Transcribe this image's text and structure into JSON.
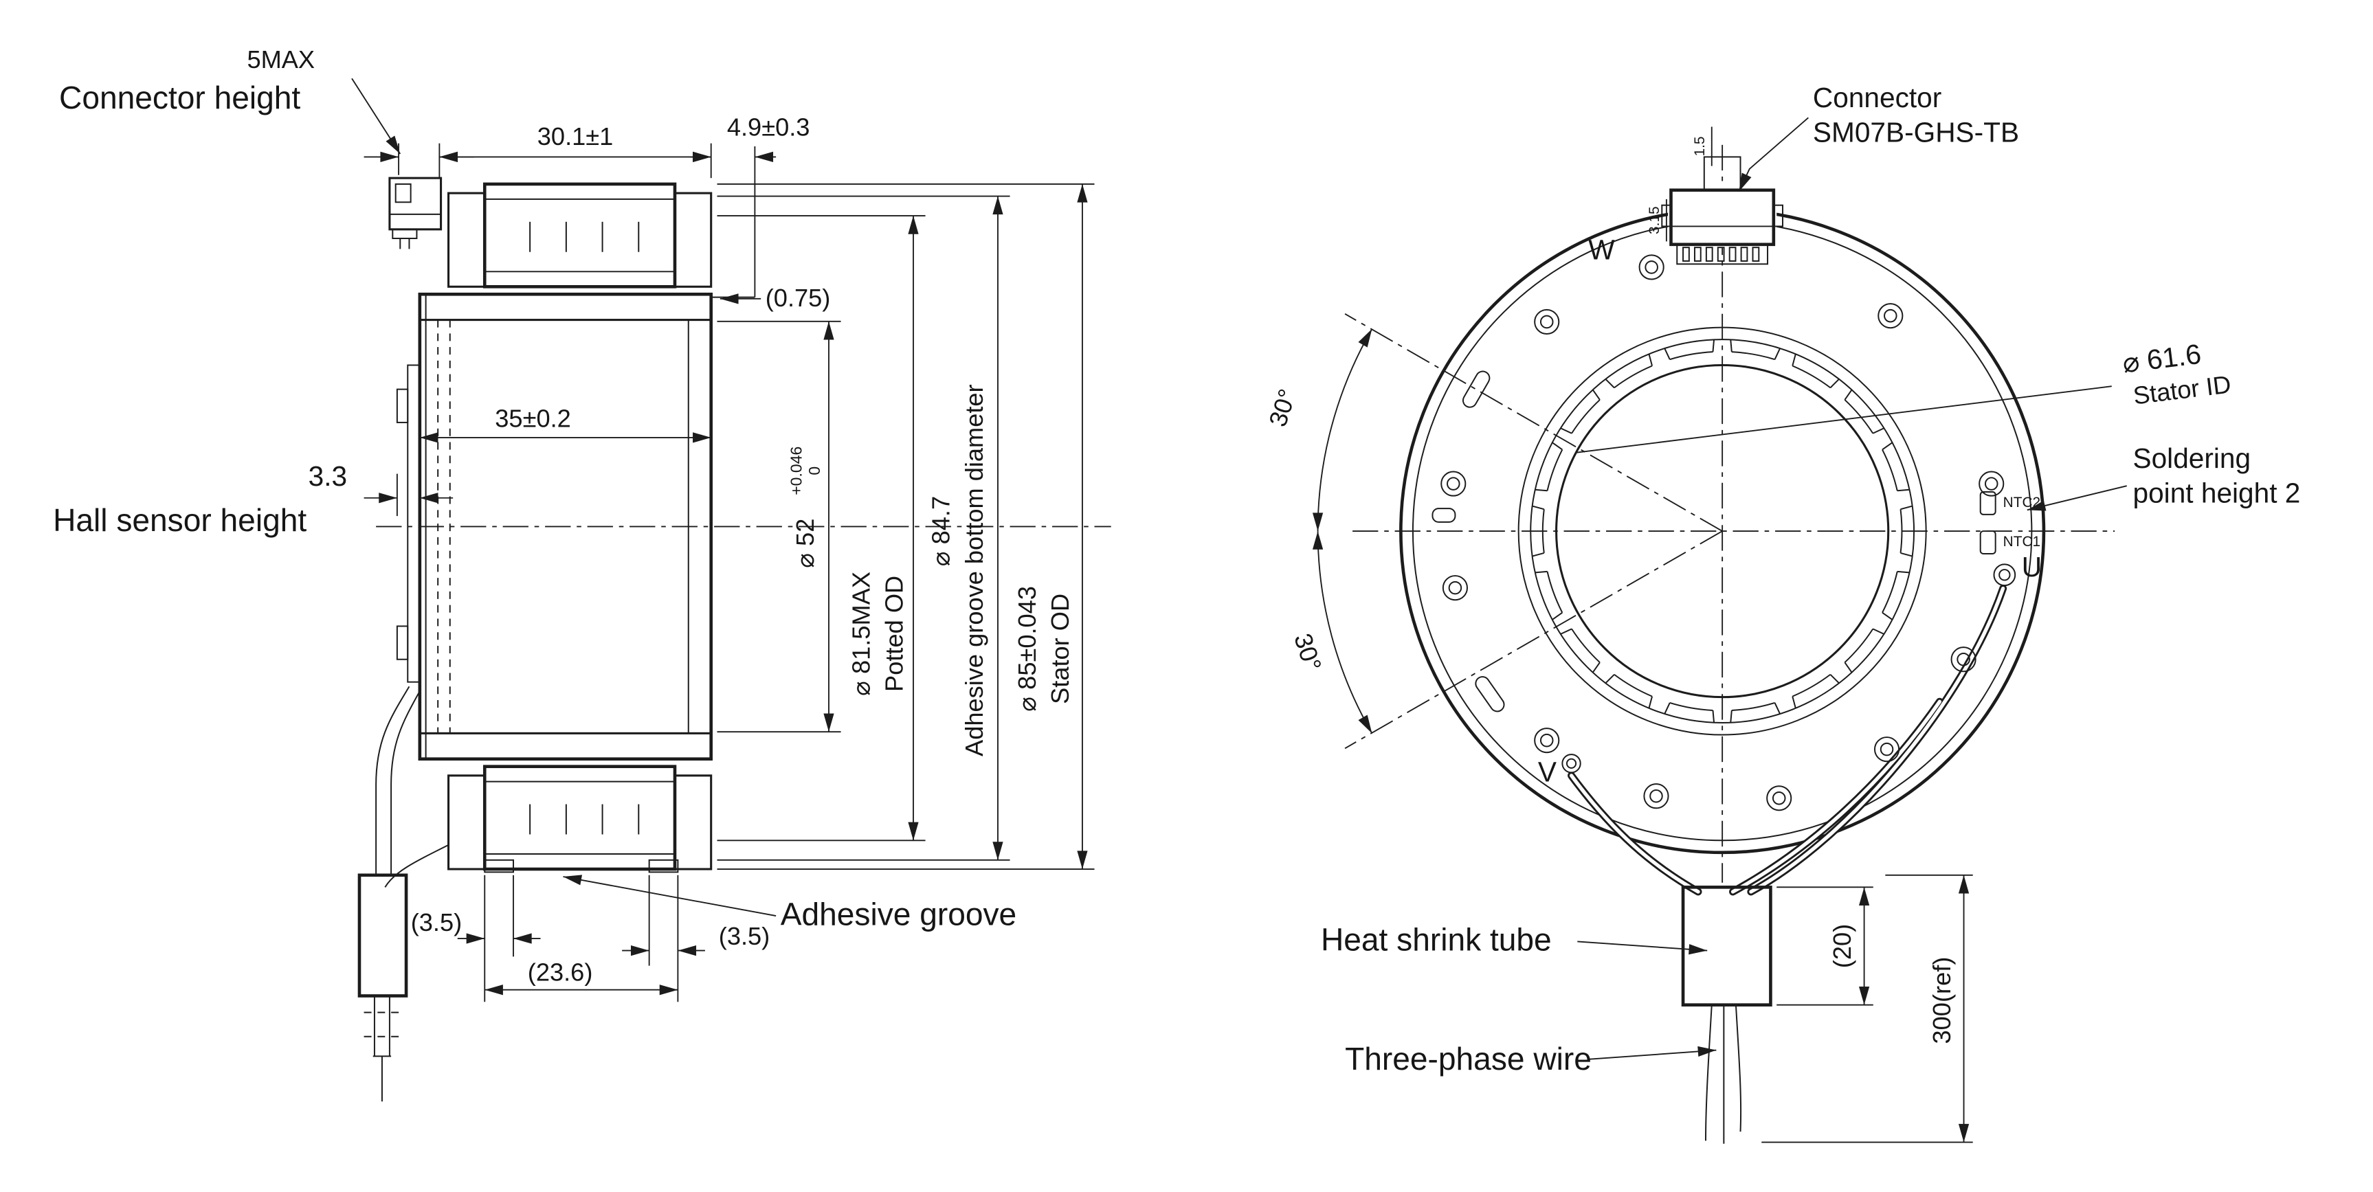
{
  "colors": {
    "background": "#ffffff",
    "ink": "#1c1c1c"
  },
  "left_view": {
    "callouts": {
      "connector_height_value": "5MAX",
      "connector_height_label": "Connector height",
      "hall_height_value": "3.3",
      "hall_height_label": "Hall sensor height",
      "groove_gap": "(0.75)",
      "adhesive_groove": "Adhesive groove"
    },
    "dims": {
      "winding_width": "30.1±1",
      "edge_offset": "4.9±0.3",
      "stack_length": "35±0.2",
      "bore_dia": "⌀ 52",
      "bore_tol_plus": "+0.046",
      "bore_tol_minus": "0",
      "potted_od": "⌀ 81.5MAX",
      "potted_od_name": "Potted OD",
      "groove_bottom_dia": "⌀ 84.7",
      "groove_bottom_name": "Adhesive groove bottom diameter",
      "stator_od": "⌀ 85±0.043",
      "stator_od_name": "Stator OD",
      "groove_left": "(3.5)",
      "groove_right": "(3.5)",
      "groove_span": "(23.6)"
    }
  },
  "right_view": {
    "connector": {
      "label": "Connector",
      "part_number": "SM07B-GHS-TB",
      "pin_pitch": "1.5",
      "pin_dim": "3.15"
    },
    "phases": {
      "w": "W",
      "v": "V",
      "u": "U"
    },
    "ntc": {
      "ntc1": "NTC1",
      "ntc2": "NTC2"
    },
    "angles": {
      "upper": "30°",
      "lower": "30°"
    },
    "stator_id": {
      "value": "⌀ 61.6",
      "label": "Stator ID"
    },
    "soldering": {
      "line1": "Soldering",
      "line2": "point height 2"
    },
    "labels": {
      "heat_shrink": "Heat shrink tube",
      "three_phase": "Three-phase wire"
    },
    "dims": {
      "tube_length": "(20)",
      "wire_length": "300(ref)"
    }
  }
}
